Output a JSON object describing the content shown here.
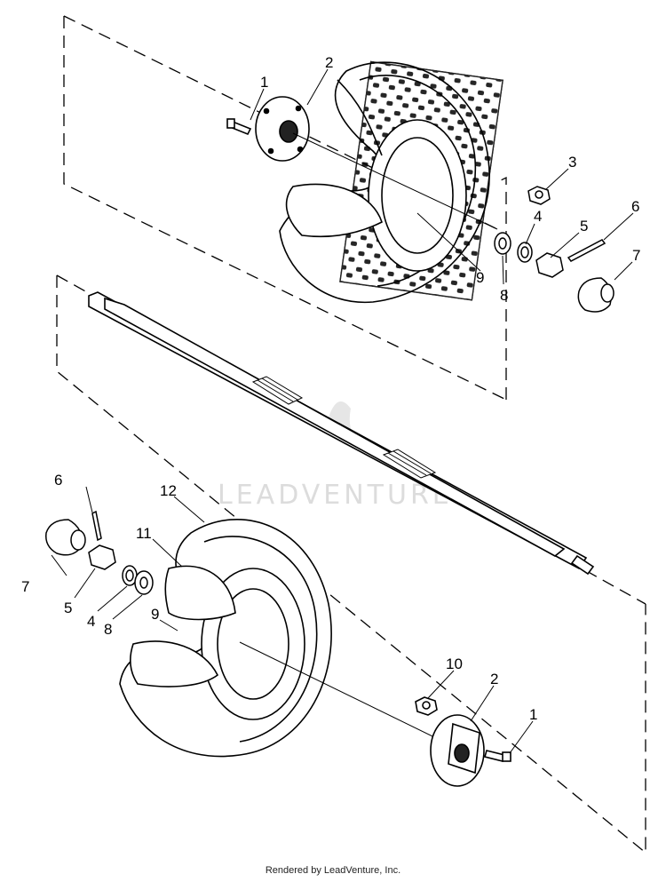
{
  "footer": {
    "credit": "Rendered by LeadVenture, Inc."
  },
  "watermark": {
    "text": "LEADVENTURE"
  },
  "callouts": {
    "upper": {
      "c1": "1",
      "c2": "2",
      "c3": "3",
      "c4": "4",
      "c5": "5",
      "c6": "6",
      "c7": "7",
      "c8": "8",
      "c9": "9"
    },
    "lower": {
      "c6": "6",
      "c7": "7",
      "c5": "5",
      "c4": "4",
      "c8": "8",
      "c9": "9",
      "c11": "11",
      "c12": "12",
      "c10": "10",
      "c2": "2",
      "c1": "1"
    }
  }
}
